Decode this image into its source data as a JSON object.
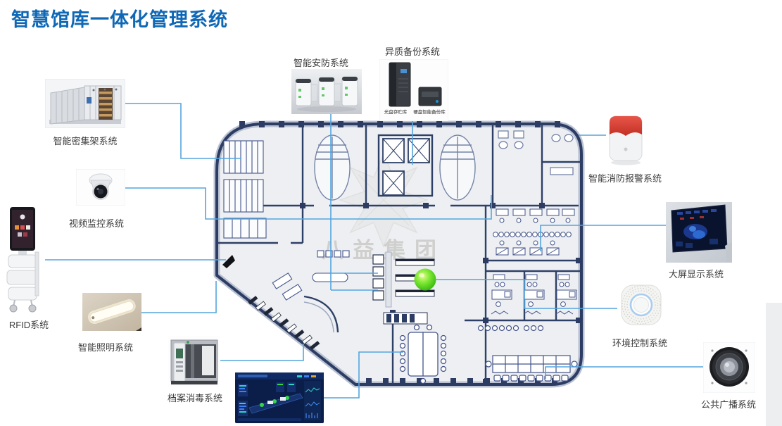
{
  "title": "智慧馆库一体化管理系统",
  "watermark": "八益集团",
  "colors": {
    "title": "#0f68b6",
    "connector": "#54a5de",
    "wall": "#2c3c63",
    "floor": "#edeff2"
  },
  "nodes": {
    "shelving": {
      "label": "智能密集架系统"
    },
    "camera": {
      "label": "视频监控系统"
    },
    "rfid": {
      "label": "RFID系统"
    },
    "light": {
      "label": "智能照明系统"
    },
    "disinfect": {
      "label": "档案消毒系统"
    },
    "security": {
      "label": "智能安防系统"
    },
    "backup": {
      "label": "异质备份系统",
      "sub_left": "光盘存贮库",
      "sub_right": "硬盘智能备份库"
    },
    "fire": {
      "label": "智能消防报警系统"
    },
    "screen": {
      "label": "大屏显示系统"
    },
    "env": {
      "label": "环境控制系统"
    },
    "speaker": {
      "label": "公共广播系统"
    }
  }
}
